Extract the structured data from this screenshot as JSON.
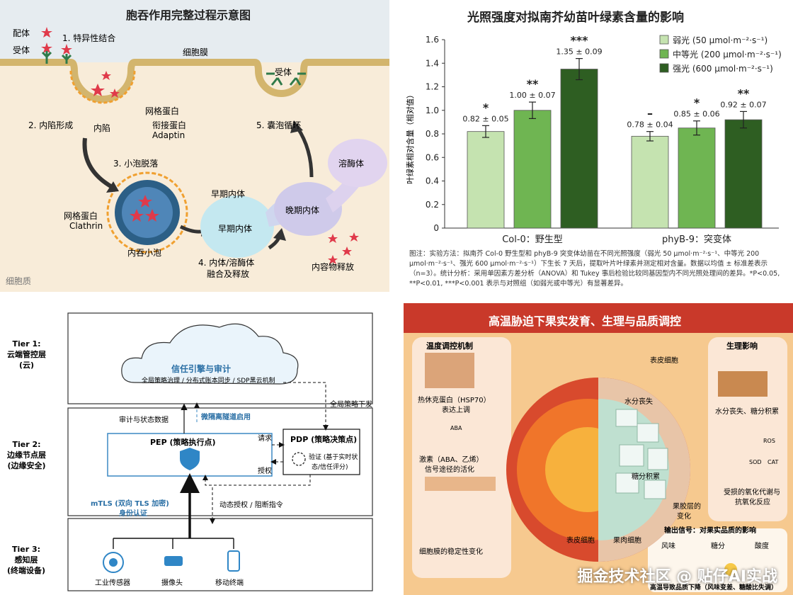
{
  "panel1": {
    "title": "胞吞作用完整过程示意图",
    "ligand": "配体",
    "receptor": "受体",
    "step1": "1. 特异性结合",
    "membrane": "细胞膜",
    "step2": "2. 内陷形成",
    "clathrin1": "网格蛋白",
    "adaptor": "衔接蛋白",
    "adaptin": "Adaptin",
    "invagination": "内陷",
    "step3": "3. 小泡脱落",
    "clathrin2": "网格蛋白",
    "clathrin_en": "Clathrin",
    "vesicle": "内吞小泡",
    "early_top": "早期内体",
    "early": "早期内体",
    "late": "晚期内体",
    "lysosome": "溶酶体",
    "step4a": "4. 内体/溶酶体",
    "step4b": "融合及释放",
    "release": "内容物释放",
    "receptor2": "受体",
    "step5": "5. 囊泡循环",
    "cytoplasm": "细胞质"
  },
  "panel2": {
    "caption": "图注：实验方法：拟南芥 Col-0 野生型和 phyB-9 突变体幼苗在不同光照强度（弱光 50 μmol·m⁻²·s⁻¹、中等光 200 μmol·m⁻²·s⁻¹、强光 600 μmol·m⁻²·s⁻¹）下生长 7 天后，提取叶片叶绿素并测定相对含量。数据以均值 ± 标准差表示（n=3）。统计分析：采用单因素方差分析（ANOVA）和 Tukey 事后检验比较同基因型内不同光照处理间的差异。*P<0.05, **P<0.01, ***P<0.001 表示与对照组（如弱光或中等光）有显著差异。"
  },
  "chart_data": {
    "type": "bar",
    "title": "光照强度对拟南芥幼苗叶绿素含量的影响",
    "ylabel": "叶绿素相对含量（相对值）",
    "ylim": [
      0,
      1.6
    ],
    "yticks": [
      "0",
      "0.2",
      "0.4",
      "0.6",
      "0.8",
      "1.0",
      "1.2",
      "1.4",
      "1.6"
    ],
    "categories": [
      "Col-0：野生型",
      "phyB-9：突变体"
    ],
    "series": [
      {
        "name": "弱光 (50 μmol·m⁻²·s⁻¹)",
        "color": "#c5e3b0",
        "values": [
          0.82,
          0.78
        ],
        "errors": [
          0.05,
          0.04
        ],
        "labels": [
          "0.82 ± 0.05",
          "0.78 ± 0.04"
        ],
        "sig": [
          "*",
          "–"
        ]
      },
      {
        "name": "中等光 (200 μmol·m⁻²·s⁻¹)",
        "color": "#6fb552",
        "values": [
          1.0,
          0.85
        ],
        "errors": [
          0.07,
          0.06
        ],
        "labels": [
          "1.00 ± 0.07",
          "0.85 ± 0.06"
        ],
        "sig": [
          "**",
          "*"
        ]
      },
      {
        "name": "强光 (600 μmol·m⁻²·s⁻¹)",
        "color": "#2e5e22",
        "values": [
          1.35,
          0.92
        ],
        "errors": [
          0.09,
          0.07
        ],
        "labels": [
          "1.35 ± 0.09",
          "0.92 ± 0.07"
        ],
        "sig": [
          "***",
          "**"
        ]
      }
    ],
    "legend": "top-right",
    "grid": false
  },
  "panel3": {
    "tier1": [
      "Tier 1:",
      "云端管控层",
      "(云)"
    ],
    "tier2": [
      "Tier 2:",
      "边缘节点层",
      "(边缘安全)"
    ],
    "tier3": [
      "Tier 3:",
      "感知层",
      "(终端设备)"
    ],
    "trust_title": "信任引擎与审计",
    "trust_sub": "全局策略治理 / 分布式账本同步 / SDP黑云机制",
    "audit": "审计与状态数据",
    "micro": "微隔离隧道启用",
    "global": "全局策略下发",
    "pep": "PEP (策略执行点)",
    "pdp": "PDP (策略决策点)",
    "request": "请求",
    "grant": "授权",
    "verify1": "验证 (基于实时状",
    "verify2": "态/信任评分)",
    "mtls1": "mTLS (双向 TLS 加密)",
    "mtls2": "身份认证",
    "dynamic": "动态授权 / 阻断指令",
    "sensor": "工业传感器",
    "camera": "摄像头",
    "mobile": "移动终端"
  },
  "panel4": {
    "title": "高温胁迫下果实发育、生理与品质调控",
    "left_title": "温度调控机制",
    "hsp1": "热休克蛋白（HSP70）",
    "hsp2": "表达上调",
    "hormone1": "激素（ABA、乙烯）",
    "hormone2": "信号途径的活化",
    "aba": "ABA",
    "membrane": "细胞膜的稳定性变化",
    "epi": "表皮细胞",
    "water": "水分丧失",
    "sugar": "糖分积累",
    "cuticle1": "果胶层的",
    "cuticle2": "变化",
    "epi2": "表皮细胞",
    "pulp": "果肉细胞",
    "right_title": "生理影响",
    "water_sugar": "水分丧失、糖分积累",
    "ros": "ROS",
    "sod": "SOD",
    "cat": "CAT",
    "metab1": "受损的氧化代谢与",
    "metab2": "抗氧化反应",
    "output": "输出信号：对果实品质的影响",
    "flavor": "风味",
    "sugar2": "糖分",
    "acid": "酸度",
    "bottom": "高温导致品质下降（风味变差、糖酸比失调）"
  },
  "watermark": "掘金技术社区 @ 贴仔AI实战"
}
